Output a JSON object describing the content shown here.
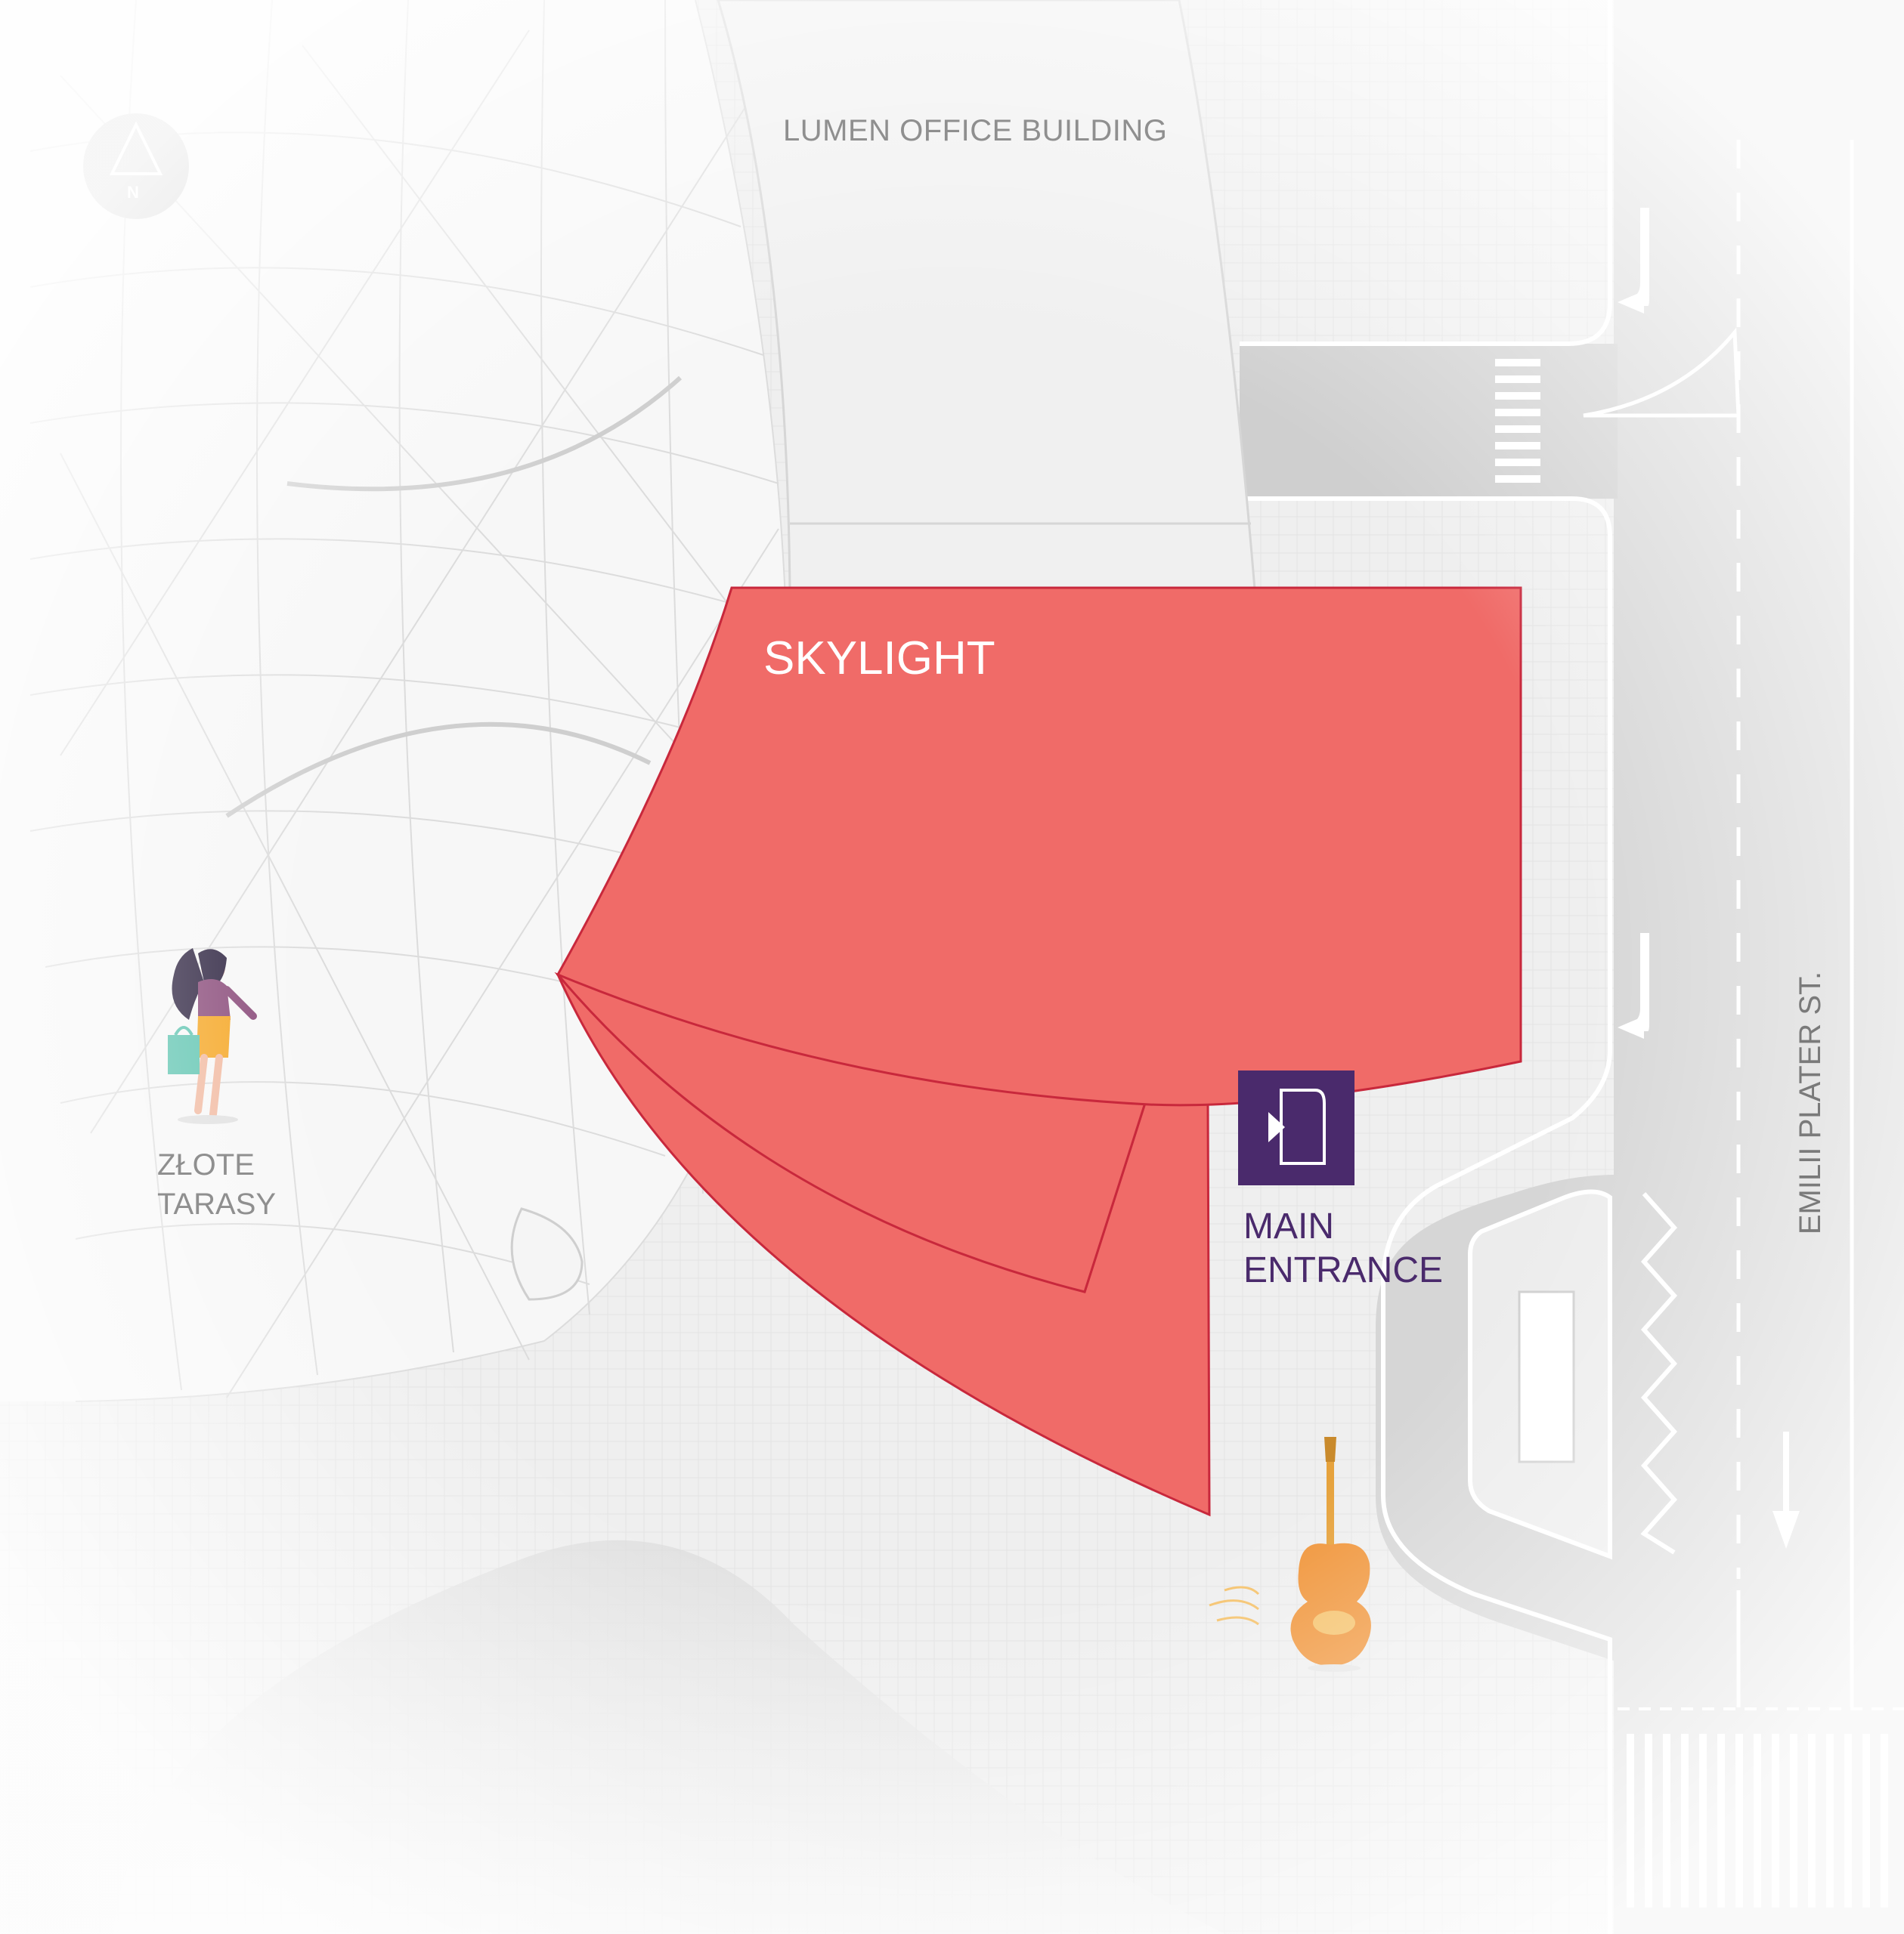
{
  "map": {
    "title": "",
    "labels": {
      "building": "LUMEN OFFICE BUILDING",
      "venue": "SKYLIGHT",
      "entrance_line1": "MAIN",
      "entrance_line2": "ENTRANCE",
      "mall_line1": "ZŁOTE",
      "mall_line2": "TARASY",
      "street": "EMILII PLATER ST."
    },
    "compass": {
      "label": "N",
      "icon": "north-arrow-icon"
    },
    "icons": {
      "entrance": "door-entrance-icon",
      "pedestrian": "woman-with-shopping-bag-icon",
      "landmark": "hard-rock-cafe-guitar-icon",
      "lane_turn": "turn-left-arrow-icon",
      "lane_straight": "down-arrow-icon"
    },
    "colors": {
      "venue_fill": "#f06b68",
      "venue_outline": "#c8283c",
      "entrance": "#4a2a6c",
      "road": "#d6d6d6",
      "pavement": "#ececec",
      "compass": "#c7c7c7"
    }
  }
}
